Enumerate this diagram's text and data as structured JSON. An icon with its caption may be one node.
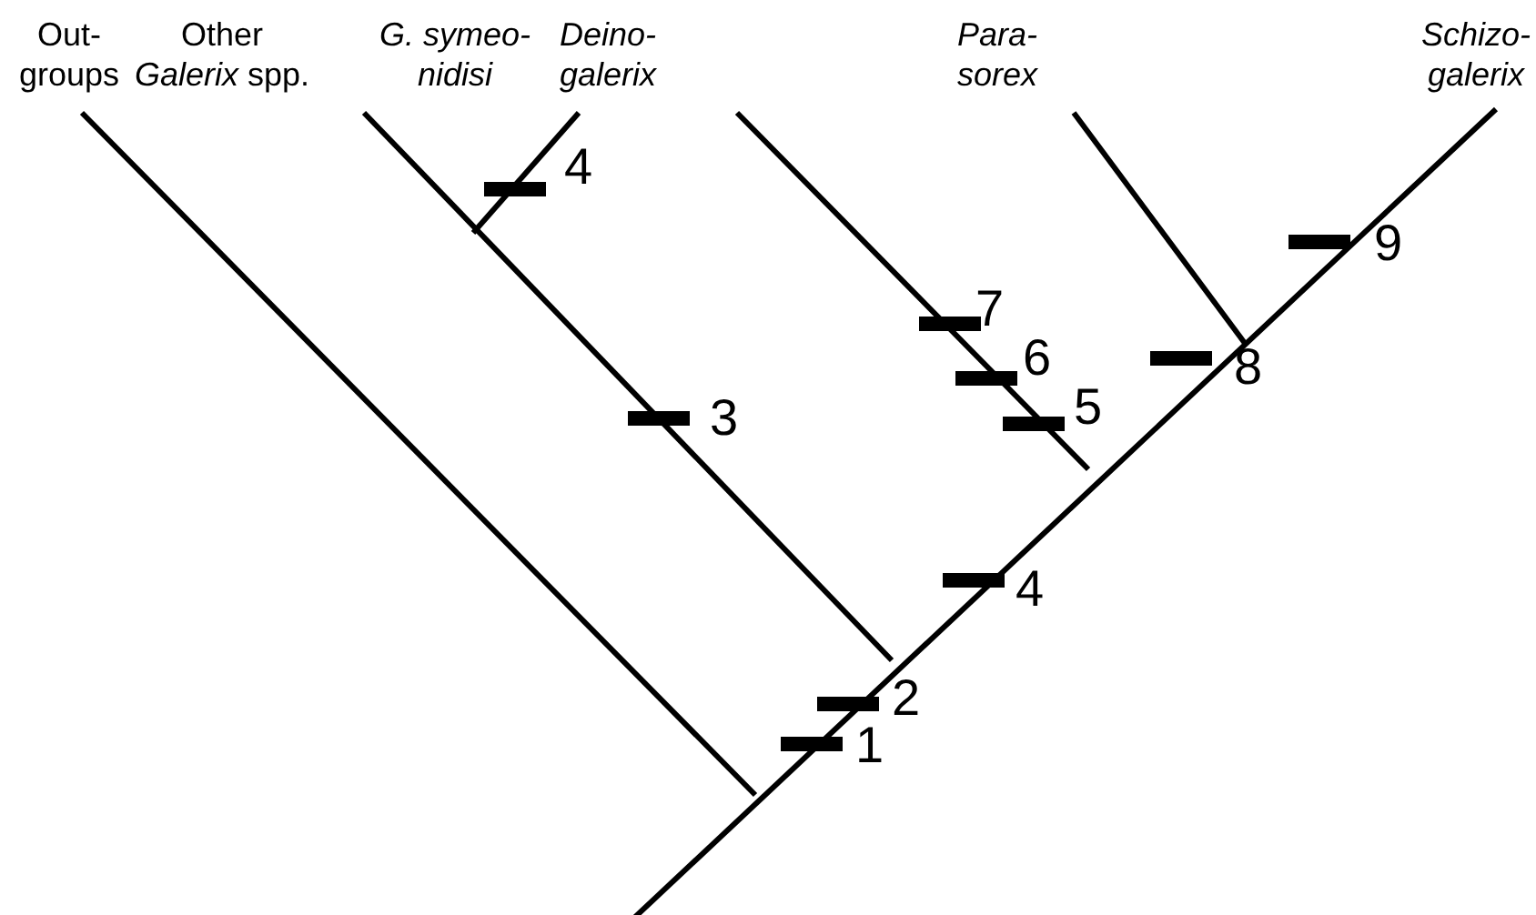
{
  "diagram": {
    "labels": [
      "Out- groups",
      "Other *Galerix* spp.",
      "G. symeo- nidisi",
      "Deino- galerix",
      "Para- sorex",
      "Schizo- galerix",
      "4",
      "9",
      "7",
      "6",
      "8",
      "3",
      "5",
      "4",
      "2",
      "1"
    ]
  }
}
